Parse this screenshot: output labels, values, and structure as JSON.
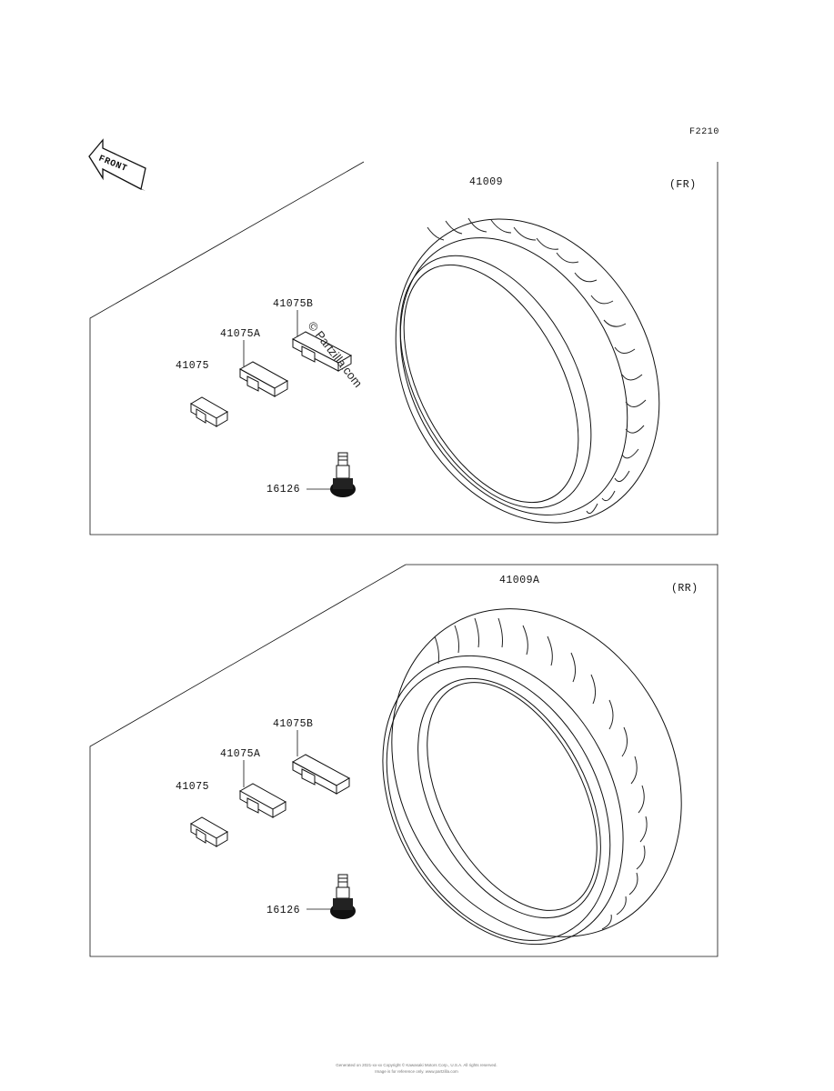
{
  "figure_code": "F2210",
  "front_arrow_label": "FRONT",
  "front_panel": {
    "position_label": "(FR)",
    "tire_part": "41009",
    "parts": [
      "41075B",
      "41075A",
      "41075",
      "16126"
    ]
  },
  "rear_panel": {
    "position_label": "(RR)",
    "tire_part": "41009A",
    "parts": [
      "41075B",
      "41075A",
      "41075",
      "16126"
    ]
  },
  "watermark": "© Partzilla.com",
  "footer": {
    "line1": "Generated on 2021-xx-xx Copyright © Kawasaki Motors Corp., U.S.A. All rights reserved.",
    "line2": "Image is for reference only. www.partzilla.com"
  }
}
